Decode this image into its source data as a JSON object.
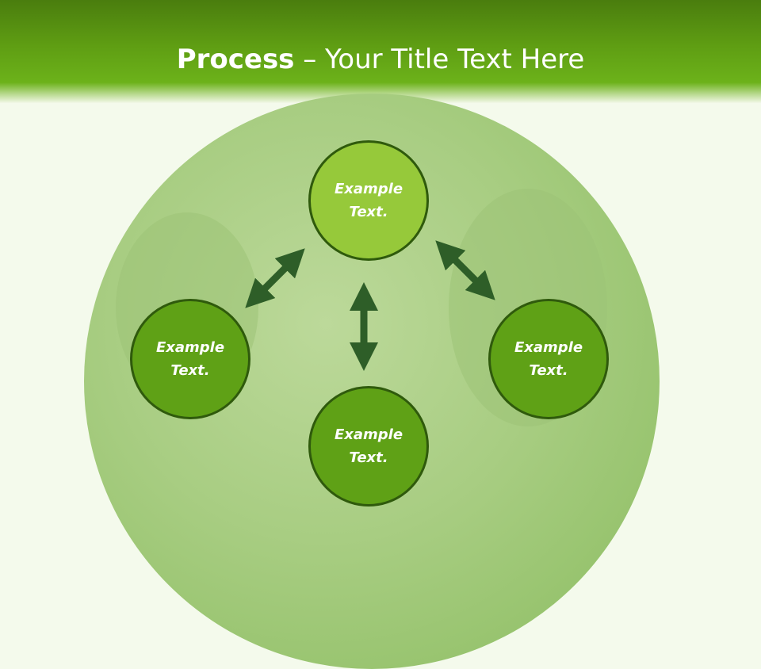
{
  "slide": {
    "title_bold": "Process",
    "title_rest": " – Your Title Text Here"
  },
  "nodes": {
    "top": "Example\nText.",
    "left": "Example\nText.",
    "right": "Example\nText.",
    "bottom": "Example\nText."
  },
  "colors": {
    "header_green": "#5f9e13",
    "top_circle": "#96c93a",
    "side_circle": "#5fa116",
    "arrow": "#2e5e28"
  }
}
